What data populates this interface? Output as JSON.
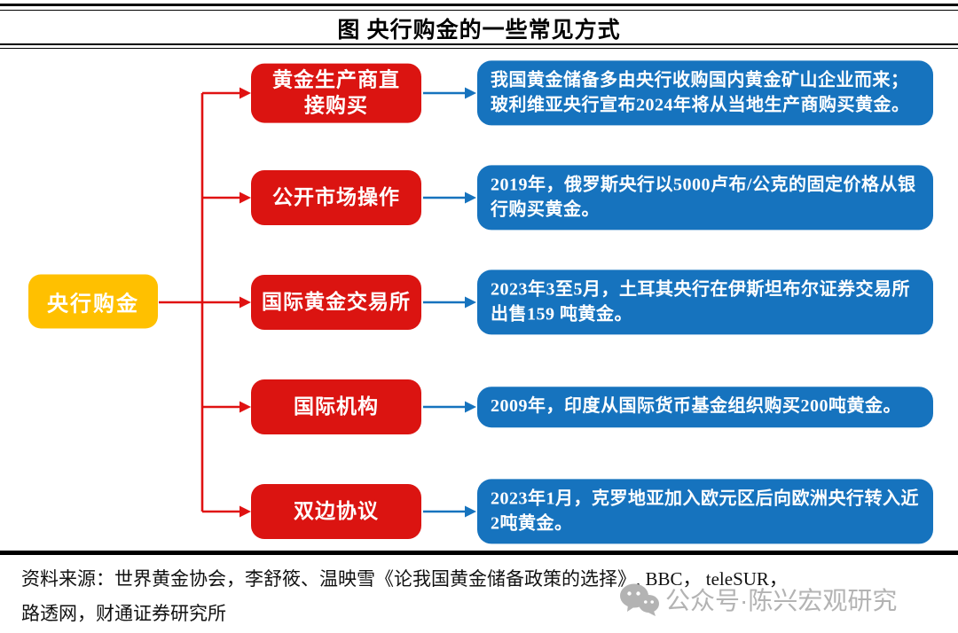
{
  "page": {
    "title": "图  央行购金的一些常见方式"
  },
  "colors": {
    "root_box": "#FFC000",
    "method_box": "#DB1411",
    "detail_box": "#1673BE",
    "red_connector": "#E01212",
    "blue_connector": "#1673BE",
    "watermark_gray": "#B3B3B3"
  },
  "diagram": {
    "root_label": "央行购金",
    "rows": [
      {
        "label": "黄金生产商直\n接购买",
        "detail": "我国黄金储备多由央行收购国内黄金矿山企业而来；玻利维亚央行宣布2024年将从当地生产商购买黄金。"
      },
      {
        "label": "公开市场操作",
        "detail": "2019年，俄罗斯央行以5000卢布/公克的固定价格从银行购买黄金。"
      },
      {
        "label": "国际黄金交易所",
        "detail": "2023年3至5月，土耳其央行在伊斯坦布尔证券交易所出售159 吨黄金。"
      },
      {
        "label": "国际机构",
        "detail": "2009年，印度从国际货币基金组织购买200吨黄金。"
      },
      {
        "label": "双边协议",
        "detail": "2023年1月，克罗地亚加入欧元区后向欧洲央行转入近2吨黄金。"
      }
    ]
  },
  "footer": {
    "source_line1": "资料来源：世界黄金协会，李舒筱、温映雪《论我国黄金储备政策的选择》, BBC， teleSUR，",
    "source_line2": "路透网，财通证券研究所",
    "watermark_text": "公众号·陈兴宏观研究"
  }
}
